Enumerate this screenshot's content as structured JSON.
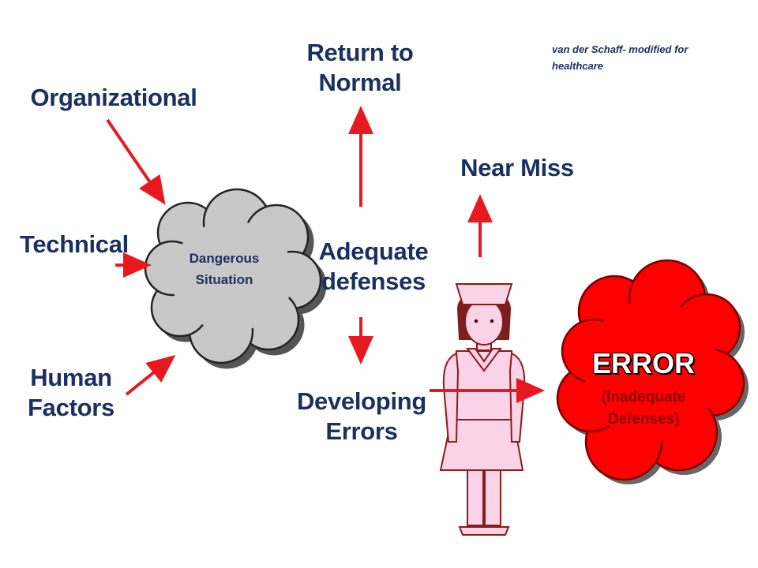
{
  "labels": {
    "organizational": "Organizational",
    "technical": "Technical",
    "human_factors": [
      "Human",
      "Factors"
    ],
    "return_to_normal": [
      "Return to",
      "Normal"
    ],
    "near_miss": "Near Miss",
    "adequate_defenses": [
      "Adequate",
      "defenses"
    ],
    "developing_errors": [
      "Developing",
      "Errors"
    ]
  },
  "citation": "van der Schaff- modified for healthcare",
  "dangerous_cloud": {
    "lines": [
      "Dangerous",
      "Situation"
    ]
  },
  "error_cloud": {
    "title": "ERROR",
    "subtitle_lines": [
      "(Inadequate",
      "Defenses)"
    ]
  },
  "colors": {
    "text": "#1a3060",
    "arrow": "#e8191e",
    "grey_cloud": "#c8c8c8",
    "error_cloud": "#ff0000",
    "nurse_pink": "#fbd3e9",
    "nurse_hair": "#7a1f1f"
  }
}
